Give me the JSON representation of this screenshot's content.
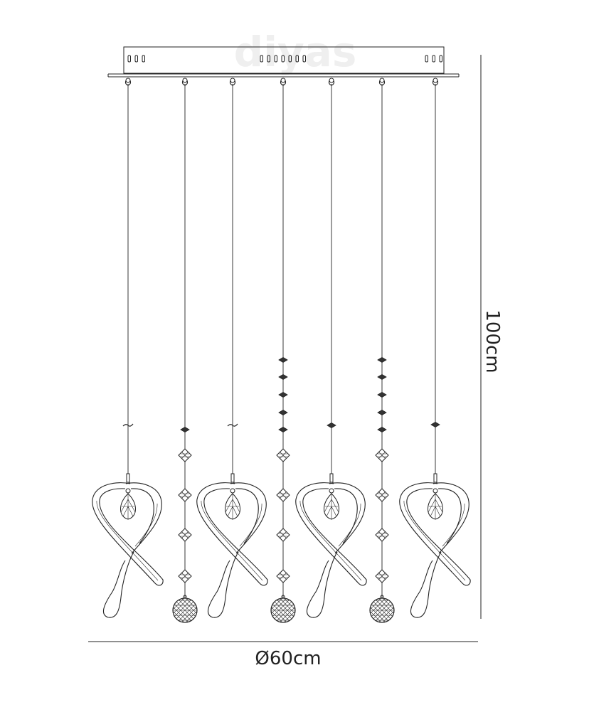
{
  "watermark": "diyas",
  "dimensions": {
    "height_label": "100cm",
    "width_label": "Ø60cm"
  },
  "fixture": {
    "drop_count": 7,
    "ribbon_pendant_count": 4,
    "crystal_ball_drop_count": 3
  },
  "colors": {
    "line": "#222222",
    "watermark": "#ececec",
    "background": "#ffffff"
  }
}
